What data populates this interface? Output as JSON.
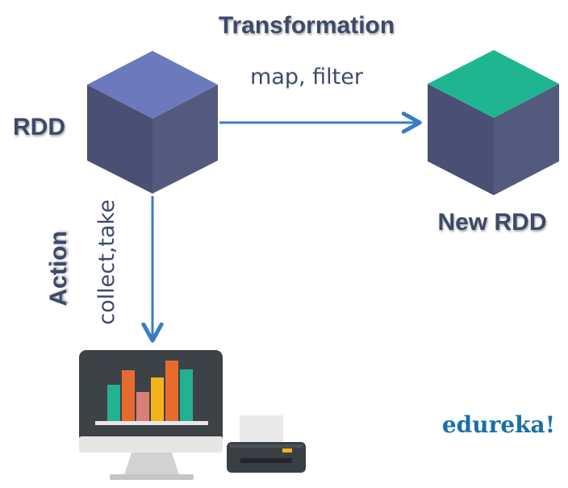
{
  "diagram": {
    "transformation_label": "Transformation",
    "transformation_ops": "map, filter",
    "source_label": "RDD",
    "target_label": "New RDD",
    "action_label": "Action",
    "action_ops": "collect,take"
  },
  "brand": {
    "logo_text": "edureka!"
  },
  "colors": {
    "label_text": "#3d4a6b",
    "arrow": "#3a7cc4",
    "cube_rdd_top": "#6c79bc",
    "cube_new_top": "#1fb591",
    "cube_left": "#4a4f74",
    "cube_right": "#535a7e",
    "brand": "#1a6fa8"
  },
  "icons": {
    "result_monitor": "monitor-bar-chart-icon",
    "result_printer": "printer-icon"
  }
}
